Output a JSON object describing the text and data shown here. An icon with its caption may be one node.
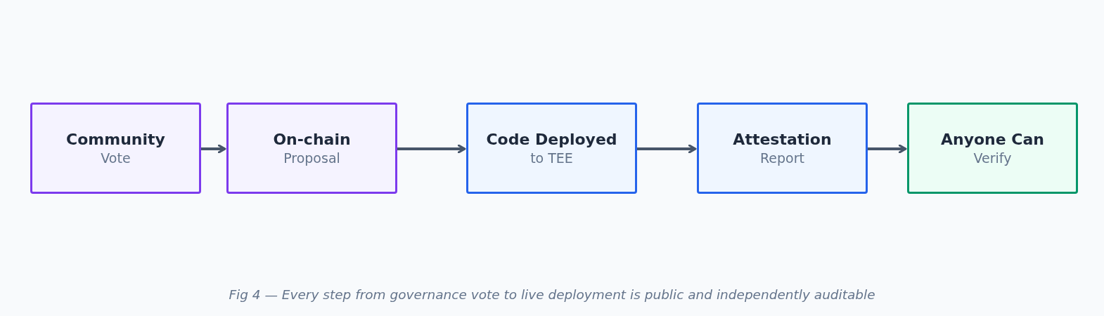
{
  "diagram": {
    "caption": "Fig 4 — Every step from governance vote to live deployment is public and independently auditable",
    "nodes": [
      {
        "text": [
          "Community",
          "Vote"
        ]
      },
      {
        "text": [
          "On-chain",
          "Proposal"
        ]
      },
      {
        "text": [
          "Code Deployed",
          "to TEE"
        ]
      },
      {
        "text": [
          "Attestation",
          "Report"
        ]
      },
      {
        "text": [
          "Anyone Can",
          "Verify"
        ]
      }
    ],
    "edges": [
      {
        "from": 0,
        "to": 1,
        "arrow": "to"
      },
      {
        "from": 1,
        "to": 2,
        "arrow": "to"
      },
      {
        "from": 2,
        "to": 3,
        "arrow": "to"
      },
      {
        "from": 3,
        "to": 4,
        "arrow": "to"
      }
    ]
  }
}
